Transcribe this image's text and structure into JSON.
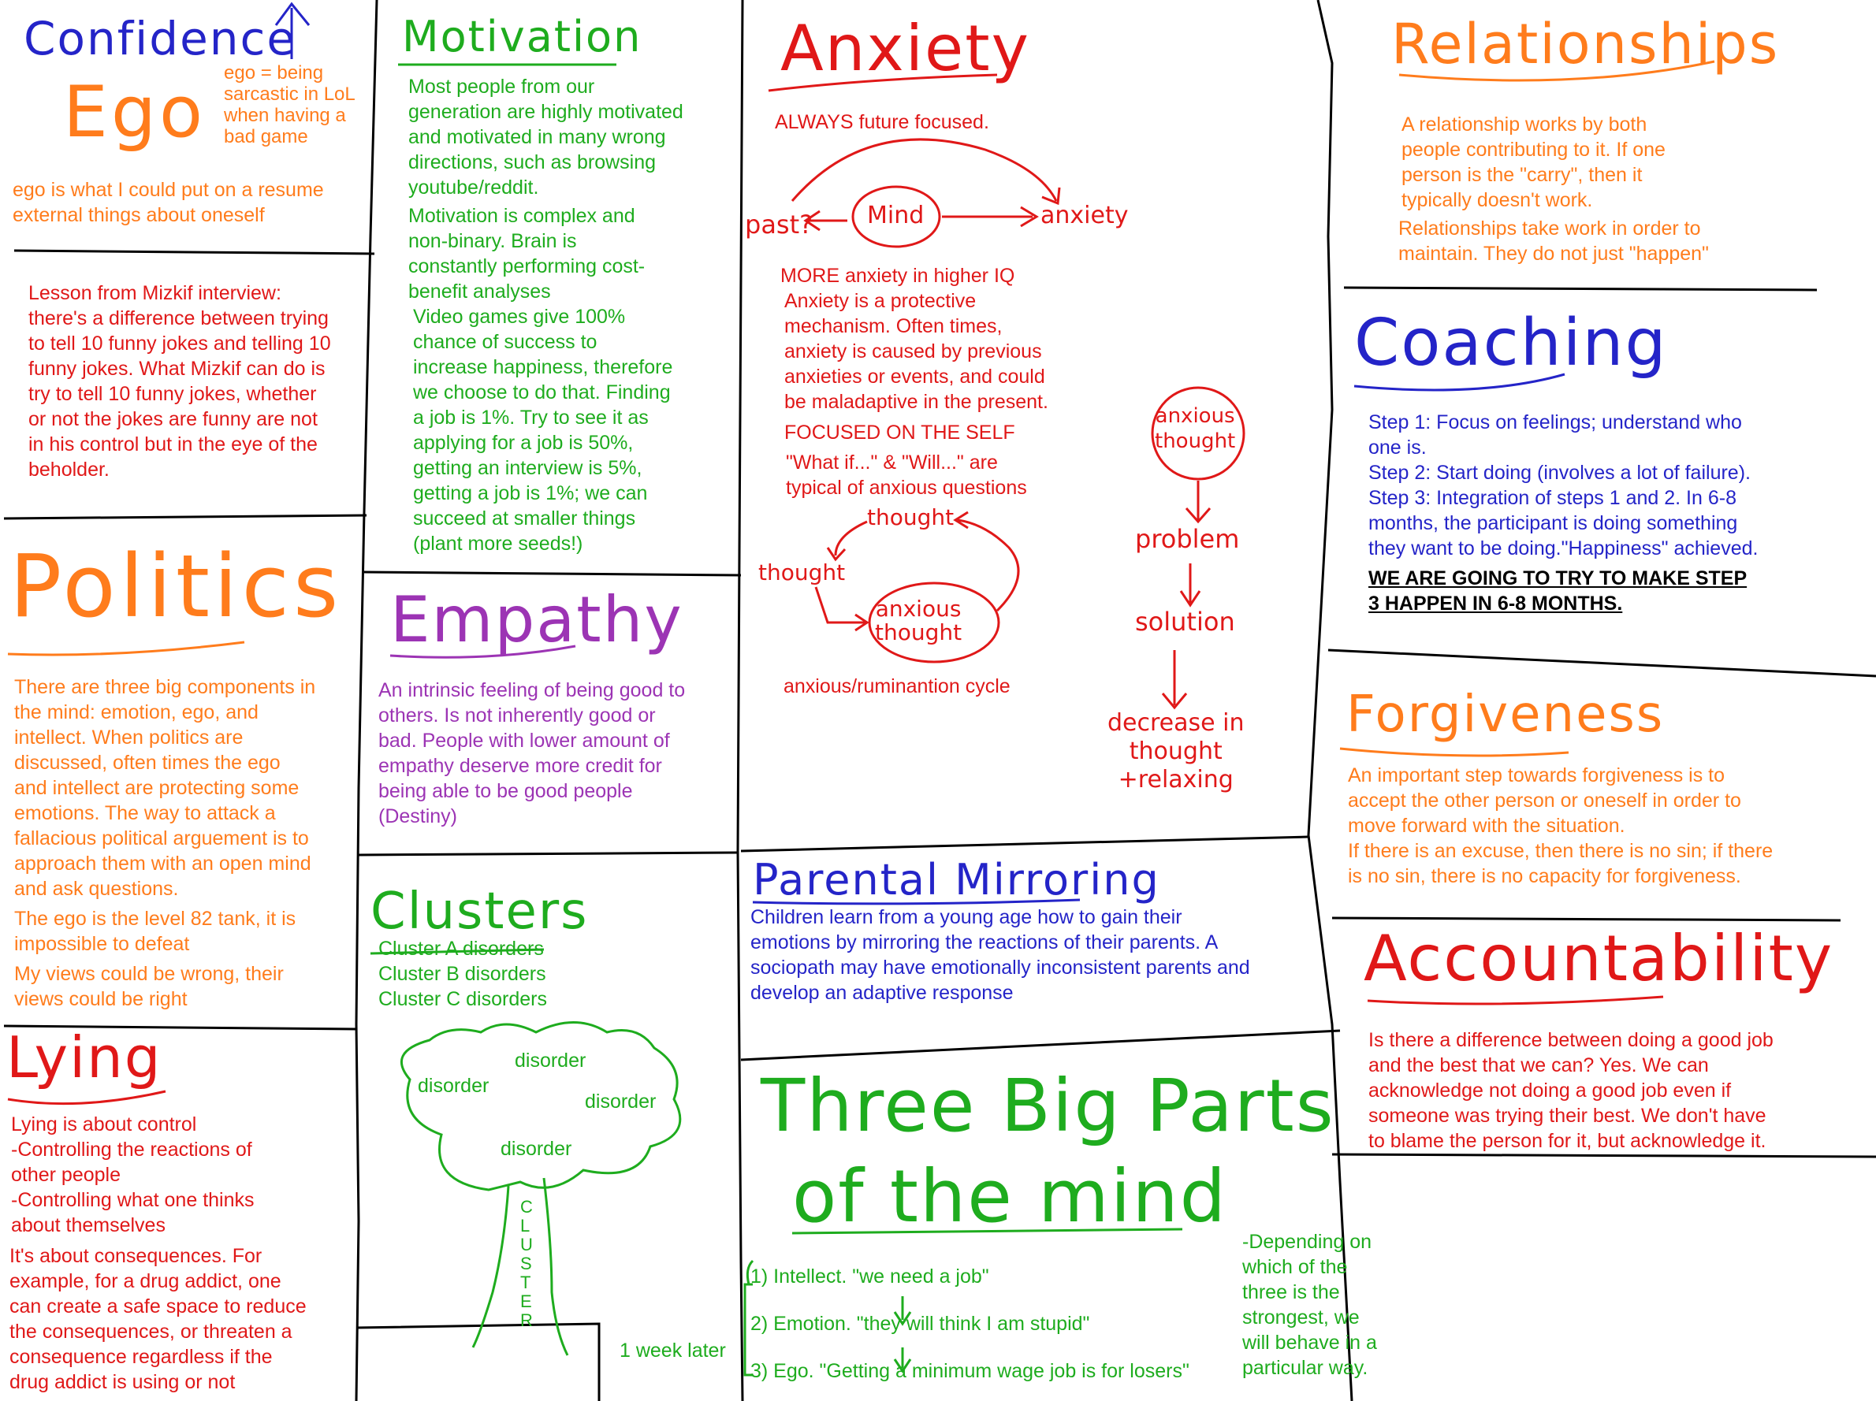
{
  "colors": {
    "blue": "#2424c8",
    "orange": "#ff7c1c",
    "green": "#1eac1e",
    "red": "#e01818",
    "purple": "#9c34b4",
    "black": "#000000"
  },
  "confidence": {
    "title": "Confidence",
    "ego_title": "Ego",
    "ego_note": "ego = being\nsarcastic in LoL\nwhen having a\nbad game",
    "body": "ego is what I could put on a resume\nexternal things about oneself"
  },
  "lesson": {
    "body": "Lesson from Mizkif interview:\nthere's a difference between trying\nto tell 10 funny jokes and telling 10\nfunny jokes. What Mizkif can do is\ntry to tell 10 funny jokes, whether\nor not the jokes are funny are not\nin his control but in the eye of the\nbeholder."
  },
  "politics": {
    "title": "Politics",
    "p1": "There are three big components in\nthe mind: emotion, ego, and\nintellect. When politics are\ndiscussed, often times the ego\nand intellect are protecting some\nemotions. The way to attack a\nfallacious political arguement is to\napproach them with an open mind\nand ask questions.",
    "p2": "The ego is the level 82 tank, it is\nimpossible to defeat",
    "p3": "My views could be wrong, their\nviews could be right"
  },
  "lying": {
    "title": "Lying",
    "p1": "Lying is about control\n-Controlling the reactions of\nother people\n-Controlling what one thinks\nabout themselves",
    "p2": "It's about consequences. For\nexample, for a drug addict, one\ncan create a safe space to reduce\nthe consequences, or threaten a\nconsequence regardless if the\ndrug addict is using or not"
  },
  "motivation": {
    "title": "Motivation",
    "p1": "Most people from our\ngeneration are highly motivated\nand motivated in many wrong\ndirections, such as browsing\nyoutube/reddit.",
    "p2": "Motivation is complex and\nnon-binary. Brain is\nconstantly performing cost-\nbenefit analyses",
    "p3": "Video games give 100%\nchance of success to\nincrease happiness, therefore\nwe choose to do that. Finding\na job is 1%. Try to see it as\napplying for a job is 50%,\ngetting an interview is 5%,\ngetting a job is 1%; we can\nsucceed at smaller things\n(plant more seeds!)"
  },
  "empathy": {
    "title": "Empathy",
    "body": "An intrinsic feeling of being good to\nothers. Is not inherently good or\nbad. People with lower amount of\nempathy deserve more credit for\nbeing able to be good people\n(Destiny)"
  },
  "clusters": {
    "title": "Clusters",
    "body": "Cluster A disorders\nCluster B disorders\nCluster C disorders",
    "tree_labels": [
      "disorder",
      "disorder",
      "disorder",
      "disorder"
    ],
    "trunk_label": "CLUSTER"
  },
  "anxiety": {
    "title": "Anxiety",
    "subtitle": "ALWAYS future focused.",
    "diagram": {
      "left": "past?",
      "center": "Mind",
      "right": "anxiety"
    },
    "p1": "MORE anxiety in higher IQ",
    "p2": "Anxiety is a protective\nmechanism. Often times,\nanxiety is caused by previous\nanxieties or events, and could\nbe maladaptive in the present.",
    "p3": "FOCUSED ON THE SELF",
    "p4": "\"What if...\" & \"Will...\" are\ntypical of anxious questions",
    "cycle": {
      "top": "thought",
      "left": "thought",
      "node": "anxious\nthought",
      "caption": "anxious/ruminantion cycle"
    },
    "flow": [
      "anxious\nthought",
      "problem",
      "solution",
      "decrease in\nthought\n+relaxing"
    ]
  },
  "parental": {
    "title": "Parental Mirroring",
    "body": "Children learn from a young age how to gain their\nemotions by mirroring the reactions of their parents. A\nsociopath may have emotionally inconsistent parents and\ndevelop an adaptive response"
  },
  "three_parts": {
    "title_line1": "Three Big Parts",
    "title_line2": "of the mind",
    "items": [
      "1) Intellect. \"we need a job\"",
      "2) Emotion. \"they will think I am stupid\"",
      "3) Ego. \"Getting a minimum wage job is for losers\""
    ],
    "later": "1 week later",
    "note": "-Depending on\nwhich of the\nthree is the\nstrongest, we\nwill behave in a\nparticular way."
  },
  "relationships": {
    "title": "Relationships",
    "p1": "A relationship works by both\npeople contributing to it. If one\nperson is the \"carry\", then it\ntypically doesn't work.",
    "p2": "Relationships take work in order to\nmaintain. They do not just \"happen\""
  },
  "coaching": {
    "title": "Coaching",
    "body": "Step 1: Focus on feelings; understand who\none is.\nStep 2: Start doing (involves a lot of failure).\nStep 3: Integration of steps 1 and 2. In 6-8\nmonths, the participant is doing something\nthey want to be doing.\"Happiness\" achieved.",
    "goal": "WE ARE GOING TO TRY TO MAKE STEP\n3 HAPPEN IN 6-8 MONTHS."
  },
  "forgiveness": {
    "title": "Forgiveness",
    "body": "An important step towards forgiveness is to\naccept the other person or oneself in order to\nmove forward with the situation.\nIf there is an excuse, then there is no sin; if there\nis no sin, there is no capacity for forgiveness."
  },
  "accountability": {
    "title": "Accountability",
    "body": "Is there a difference between doing a good job\nand the best that we can? Yes. We can\nacknowledge not doing a good job even if\nsomeone was trying their best. We don't have\nto blame the person for it, but acknowledge it."
  }
}
